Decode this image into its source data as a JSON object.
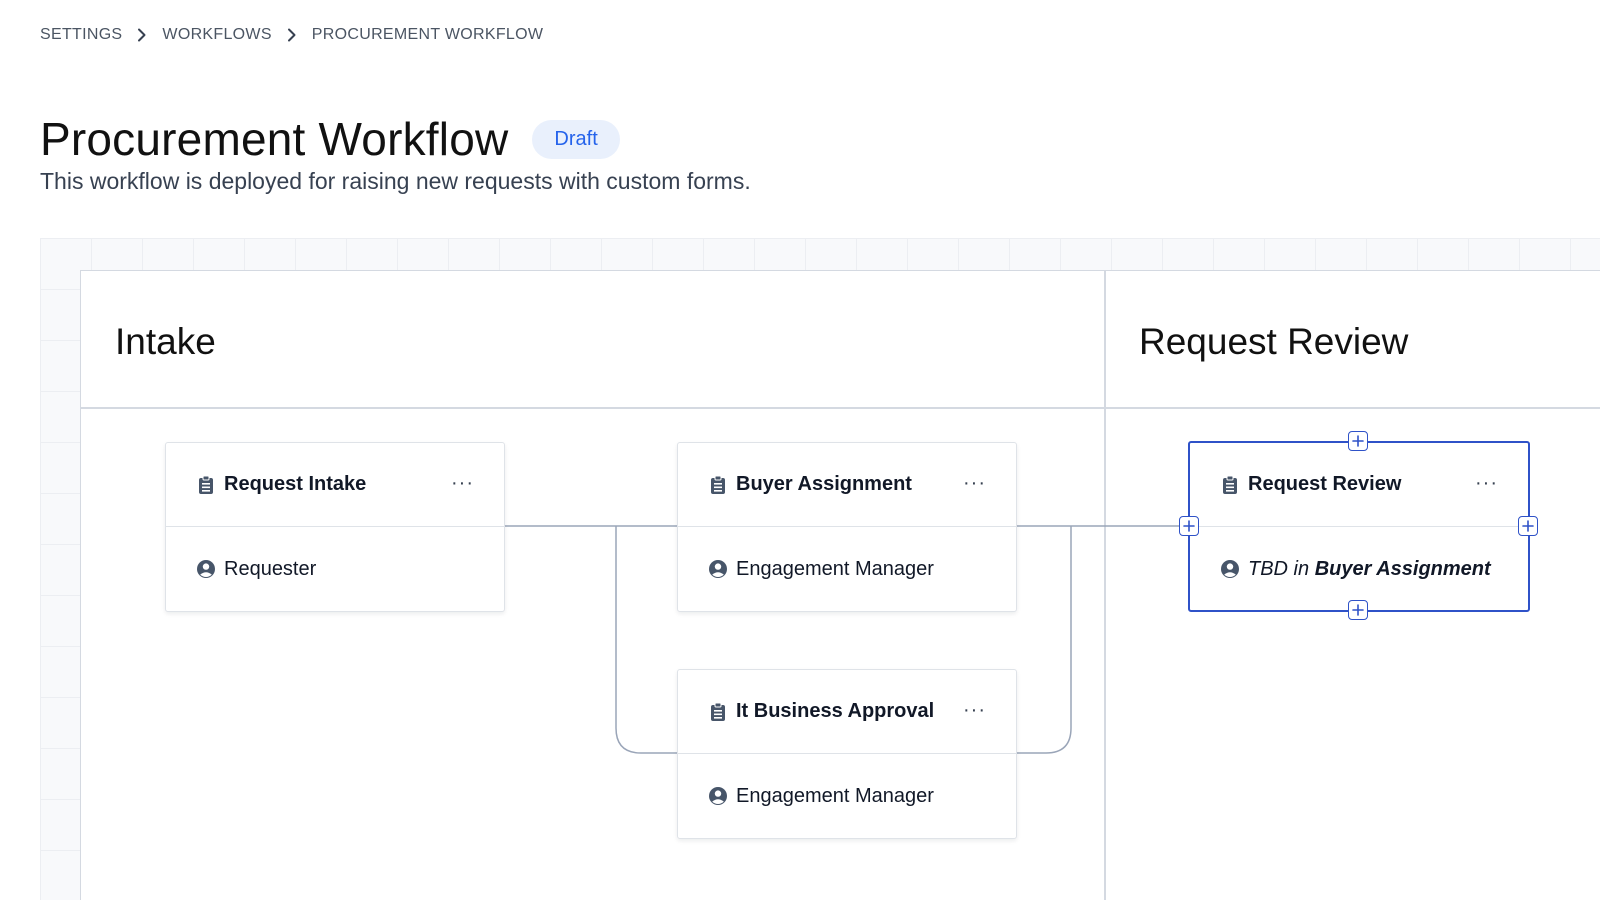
{
  "breadcrumb": {
    "items": [
      "SETTINGS",
      "WORKFLOWS",
      "PROCUREMENT WORKFLOW"
    ]
  },
  "header": {
    "title": "Procurement Workflow",
    "status": "Draft",
    "description": "This workflow is deployed for raising new requests with custom forms."
  },
  "lanes": [
    {
      "title": "Intake"
    },
    {
      "title": "Request Review"
    }
  ],
  "nodes": {
    "request_intake": {
      "name": "Request Intake",
      "assignee": "Requester",
      "menu": "···"
    },
    "buyer_assignment": {
      "name": "Buyer Assignment",
      "assignee": "Engagement Manager",
      "menu": "···"
    },
    "it_business_approval": {
      "name": "It Business Approval",
      "assignee": "Engagement Manager",
      "menu": "···"
    },
    "request_review": {
      "name": "Request Review",
      "assignee_prefix": "TBD in",
      "assignee_ref": "Buyer Assignment",
      "menu": "···"
    }
  },
  "colors": {
    "accent": "#2f52c8",
    "badge_bg": "#e9f0fc",
    "badge_text": "#2563eb",
    "connector": "#9aa5b8"
  },
  "icons": {
    "step": "clipboard-icon",
    "assignee": "user-circle-icon",
    "menu": "more-horizontal-icon",
    "port": "plus-icon",
    "separator": "chevron-right-icon"
  }
}
